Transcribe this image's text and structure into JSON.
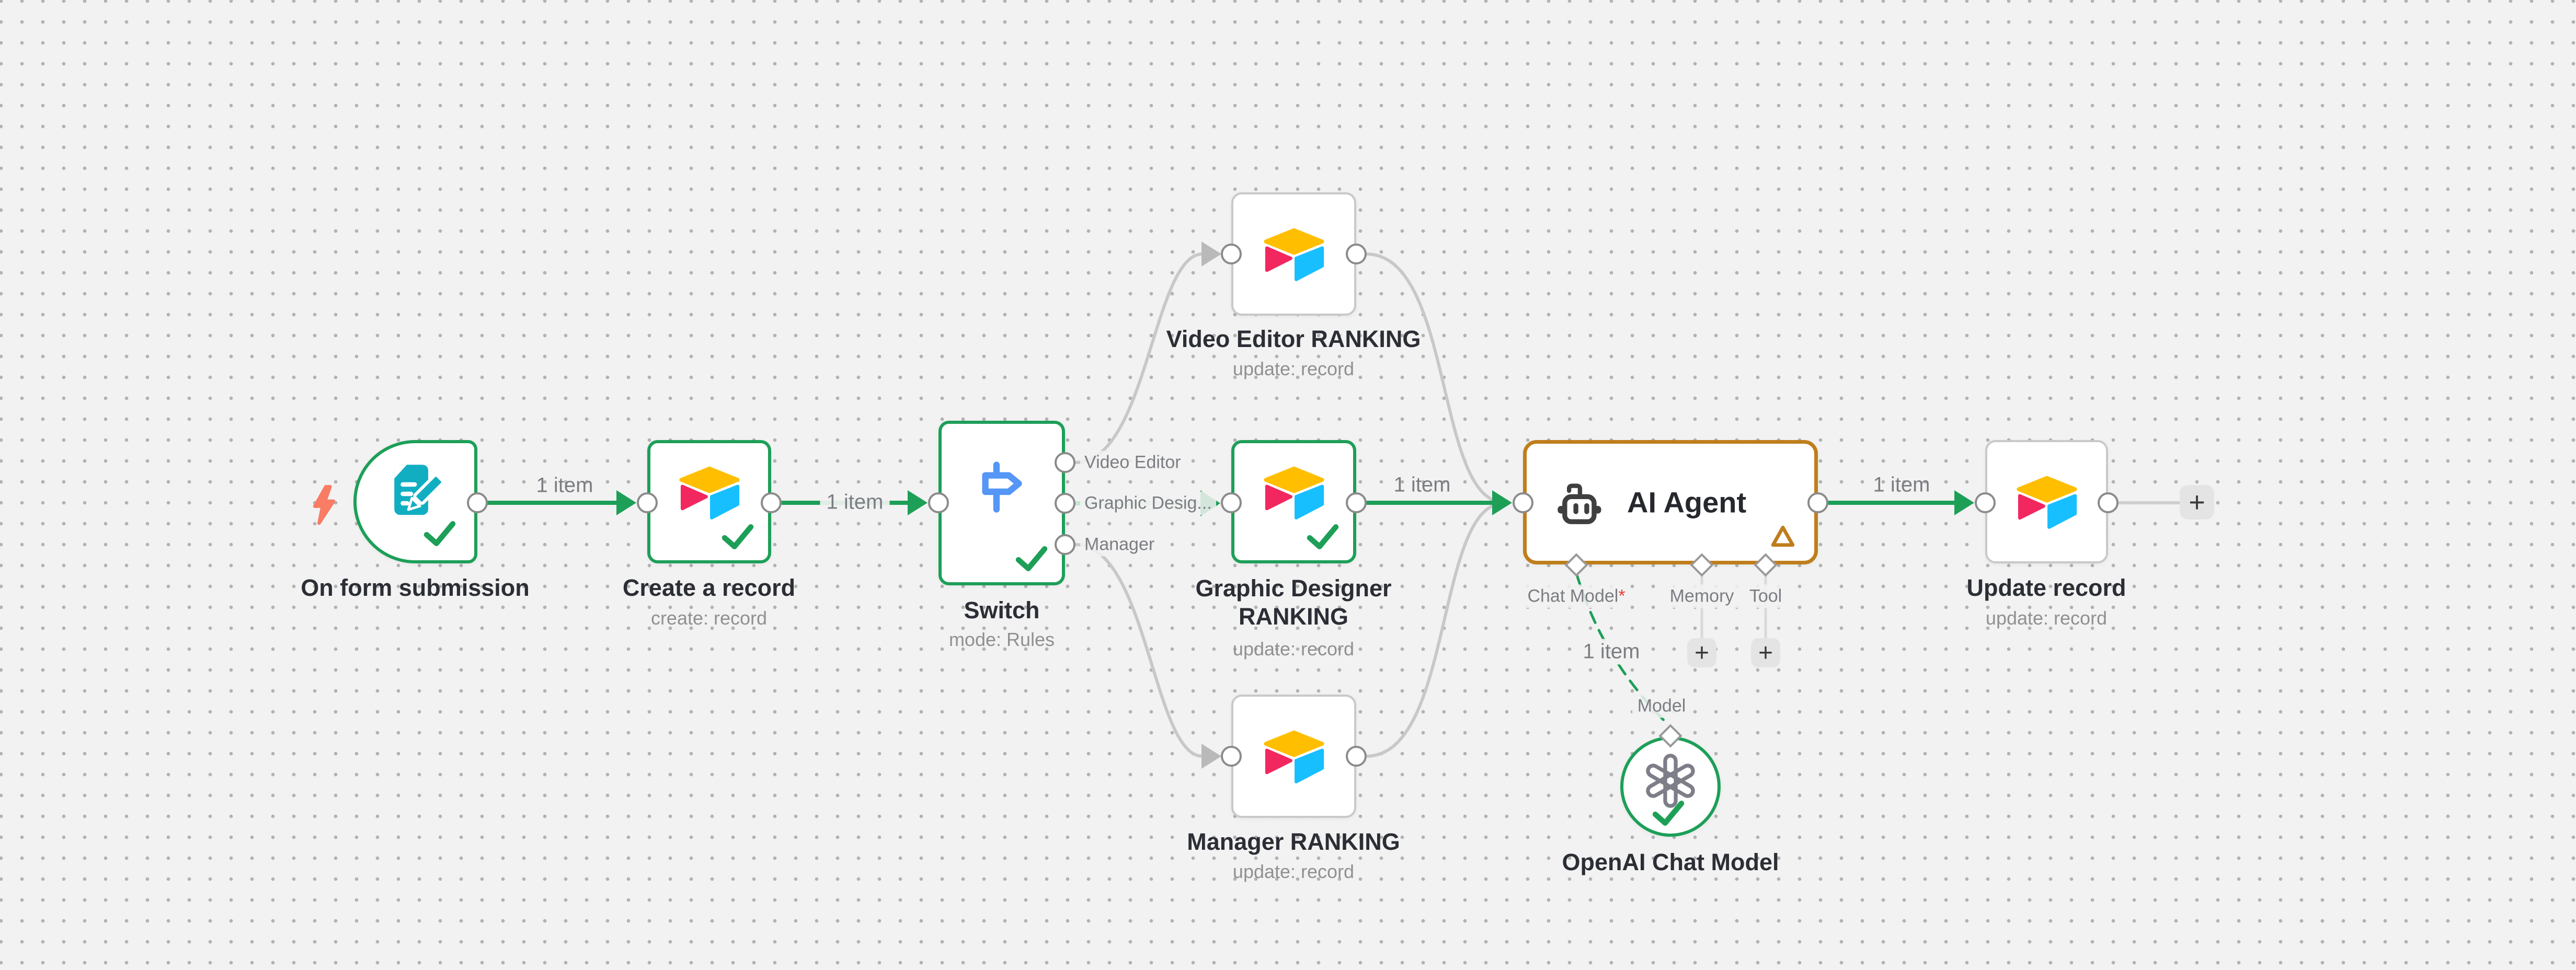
{
  "labels": {
    "one_item": "1 item",
    "plus": "+"
  },
  "nodes": {
    "form": {
      "title": "On form submission"
    },
    "create": {
      "title": "Create a record",
      "subtitle": "create: record"
    },
    "switch": {
      "title": "Switch",
      "subtitle": "mode: Rules",
      "outputs": [
        "Video Editor",
        "Graphic Desig...",
        "Manager"
      ]
    },
    "video": {
      "title": "Video Editor RANKING",
      "subtitle": "update: record"
    },
    "graphic": {
      "title": "Graphic Designer RANKING",
      "subtitle": "update: record"
    },
    "manager": {
      "title": "Manager RANKING",
      "subtitle": "update: record"
    },
    "agent": {
      "title": "AI Agent",
      "ports": {
        "chat_model": "Chat Model",
        "chat_model_required": "*",
        "memory": "Memory",
        "tool": "Tool"
      }
    },
    "openai": {
      "title": "OpenAI Chat Model",
      "port": "Model"
    },
    "update": {
      "title": "Update record",
      "subtitle": "update: record"
    }
  },
  "colors": {
    "canvas": "#f2f2f2",
    "green": "#1d9f58",
    "agent_border": "#bf7e1c",
    "gray_wire": "#c8c8c8",
    "node_gray_border": "#c9c9c9",
    "airtable_yellow": "#ffbf00",
    "airtable_pink": "#f3275f",
    "airtable_blue": "#18bfff",
    "form_teal": "#11aec2",
    "switch_blue": "#5596f6",
    "bolt_coral": "#f97c64"
  }
}
